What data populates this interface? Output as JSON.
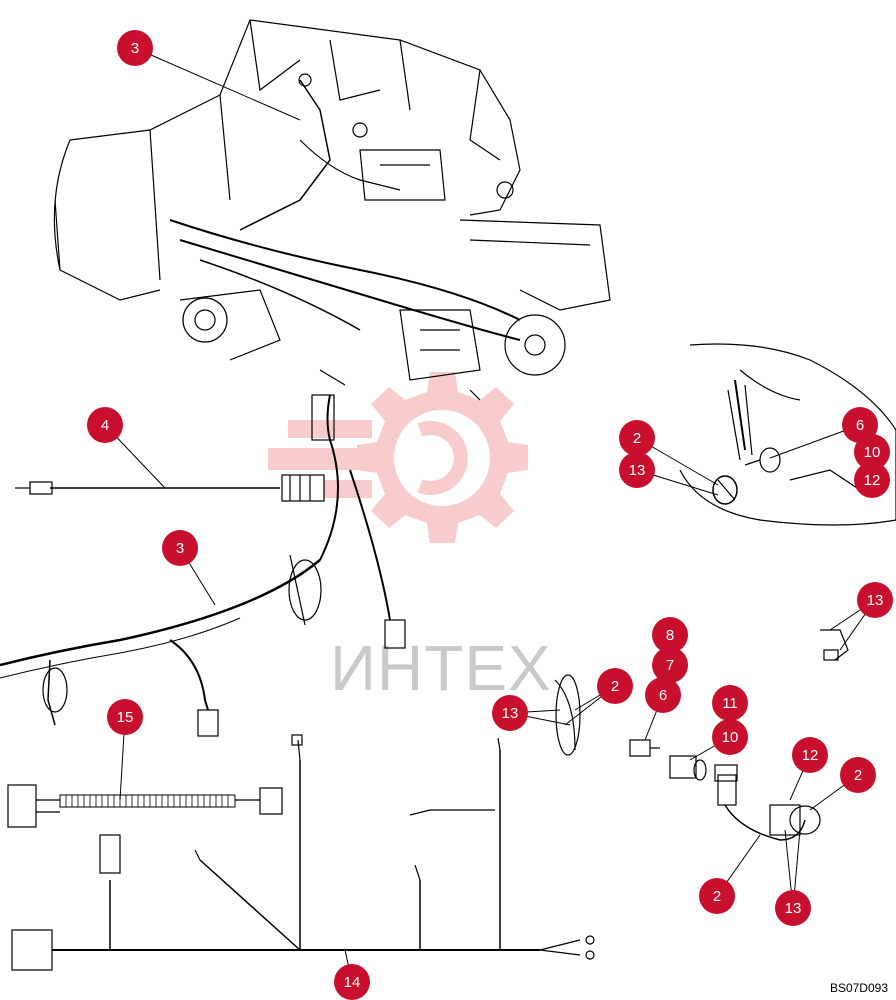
{
  "watermark": {
    "text": "ИНТЕХ"
  },
  "figure_code": "BS07D093",
  "callouts": {
    "c3_top": "3",
    "c4": "4",
    "c3_mid": "3",
    "c2_inset": "2",
    "c13_inset": "13",
    "c6_inset": "6",
    "c10_inset": "10",
    "c12_inset": "12",
    "c13_right": "13",
    "c8": "8",
    "c7": "7",
    "c2_clip": "2",
    "c13_clip": "13",
    "c6_fit": "6",
    "c11": "11",
    "c10_fit": "10",
    "c15": "15",
    "c12_conn": "12",
    "c2_conn_r": "2",
    "c2_conn_l": "2",
    "c13_conn": "13",
    "c14": "14"
  },
  "colors": {
    "callout_fill": "#c8102e",
    "callout_text": "#ffffff",
    "line": "#000000",
    "watermark_logo": "#e8474a",
    "watermark_text": "#c9c9c9"
  }
}
